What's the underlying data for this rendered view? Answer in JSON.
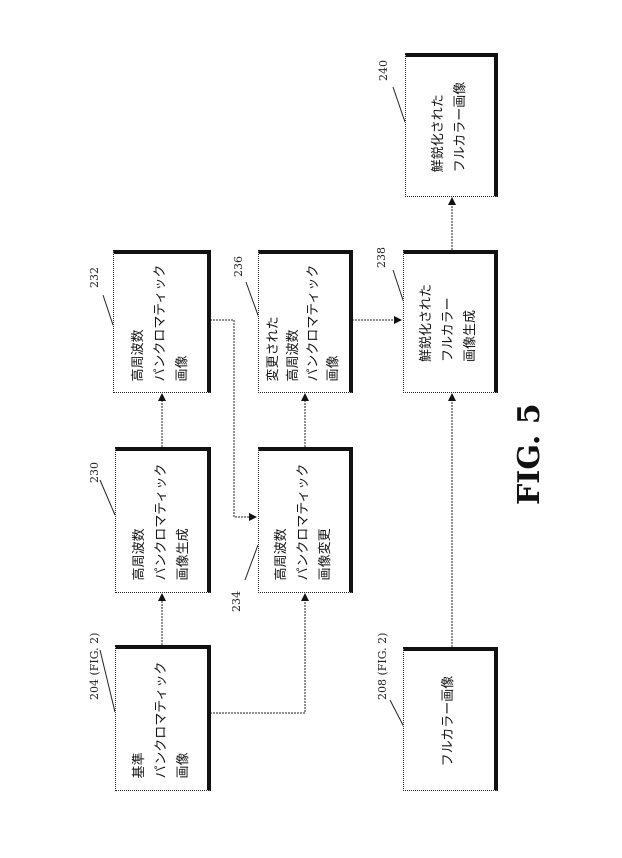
{
  "figure": {
    "title": "FIG. 5"
  },
  "boxes": {
    "b204": {
      "ref": "204 (FIG. 2)",
      "text": "基準\nパンクロマティック\n画像"
    },
    "b230": {
      "ref": "230",
      "text": "高周波数\nパンクロマティック\n画像生成"
    },
    "b232": {
      "ref": "232",
      "text": "高周波数\nパンクロマティック\n画像"
    },
    "b234": {
      "ref": "234",
      "text": "高周波数\nパンクロマティック\n画像変更"
    },
    "b236": {
      "ref": "236",
      "text": "変更された\n高周波数\nパンクロマティック\n画像"
    },
    "b208": {
      "ref": "208 (FIG. 2)",
      "text": "フルカラー画像"
    },
    "b238": {
      "ref": "238",
      "text": "鮮鋭化された\nフルカラー\n画像生成"
    },
    "b240": {
      "ref": "240",
      "text": "鮮鋭化された\nフルカラー画像"
    }
  },
  "connections": [
    {
      "from": "204",
      "to": "230"
    },
    {
      "from": "230",
      "to": "232"
    },
    {
      "from": "204",
      "to": "234"
    },
    {
      "from": "232",
      "to": "234"
    },
    {
      "from": "234",
      "to": "236"
    },
    {
      "from": "236",
      "to": "238"
    },
    {
      "from": "208",
      "to": "238"
    },
    {
      "from": "238",
      "to": "240"
    }
  ]
}
